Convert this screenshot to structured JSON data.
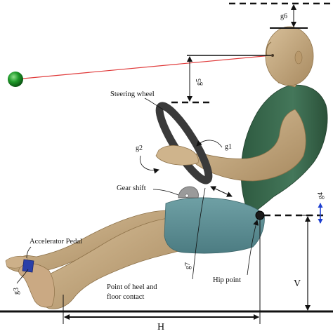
{
  "labels": {
    "steering_wheel": "Steering wheel",
    "gear_shift": "Gear shift",
    "accelerator_pedal": "Accelerator Pedal",
    "heel_point_line1": "Point of heel and",
    "heel_point_line2": "floor contact",
    "hip_point": "Hip point",
    "H": "H",
    "V": "V"
  },
  "gaps": {
    "g1": "g1",
    "g2": "g2",
    "g3": "g3",
    "g4": "g4",
    "g5": "g5",
    "g6": "g6",
    "g7": "g7"
  },
  "colors": {
    "skin": "#c9ae86",
    "shirt": "#3c6a50",
    "shorts": "#5f8f94",
    "wheel": "#3a3a3a",
    "pedal": "#2a3fa8",
    "target": "#1f9a2a",
    "sight_line": "#e03a3a",
    "g4_arrow": "#1d3fd0"
  },
  "icons": {
    "target": "green-sphere-icon"
  }
}
